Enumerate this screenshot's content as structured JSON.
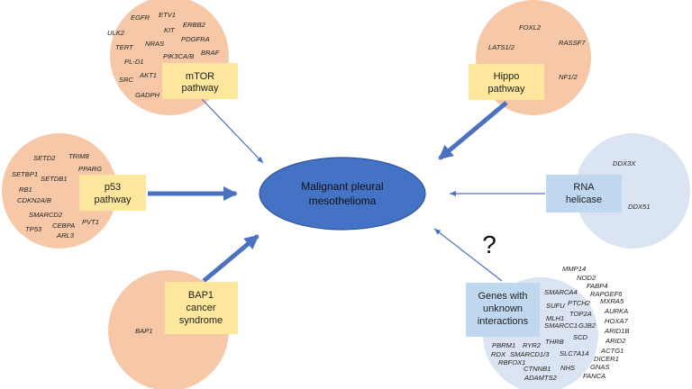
{
  "center": {
    "lines": [
      "Malignant pleural",
      "mesothelioma"
    ]
  },
  "question_mark": "?",
  "pathways": [
    {
      "id": "mtor",
      "label_lines": [
        "mTOR",
        "pathway"
      ],
      "kind": "orange",
      "genes": [
        "EGFR",
        "ETV1",
        "ULK2",
        "ERBB2",
        "KIT",
        "TERT",
        "NRAS",
        "PDGFRA",
        "PL-D1",
        "PIK3CA/B",
        "BRAF",
        "SRC",
        "AKT1",
        "GADPH"
      ]
    },
    {
      "id": "hippo",
      "label_lines": [
        "Hippo",
        "pathway"
      ],
      "kind": "orange",
      "genes": [
        "FOXL2",
        "LATS1/2",
        "RASSF7",
        "NF1/2"
      ]
    },
    {
      "id": "p53",
      "label_lines": [
        "p53",
        "pathway"
      ],
      "kind": "orange",
      "genes": [
        "SETD2",
        "TRIM8",
        "SETBP1",
        "SETDB1",
        "PPARG",
        "RB1",
        "CDKN2A/B",
        "SMARCD2",
        "TP53",
        "CEBPA",
        "PVT1",
        "ARL3"
      ]
    },
    {
      "id": "rna",
      "label_lines": [
        "RNA",
        "helicase"
      ],
      "kind": "blue",
      "genes": [
        "DDX3X",
        "DDX51"
      ]
    },
    {
      "id": "bap1",
      "label_lines": [
        "BAP1",
        "cancer",
        "syndrome"
      ],
      "kind": "orange",
      "genes": [
        "BAP1"
      ]
    },
    {
      "id": "unknown",
      "label_lines": [
        "Genes with",
        "unknown",
        "interactions"
      ],
      "kind": "blue",
      "genes": [
        "MMP14",
        "NOD2",
        "FABP4",
        "SMARCA4",
        "RAPGEF6",
        "PTCH2",
        "MXRA5",
        "SUFU",
        "TOP2A",
        "AURKA",
        "MLH1",
        "HOXA7",
        "SMARCC1",
        "GJB2",
        "ARID1B",
        "SCD",
        "PBRM1",
        "RYR2",
        "THRB",
        "ARID2",
        "RDX",
        "SMARCD1/3",
        "SLC7A14",
        "ACTG1",
        "RBFOX1",
        "DICER1",
        "CTNNB1",
        "NHS",
        "GNAS",
        "ADAMTS2",
        "FANCA"
      ]
    }
  ],
  "colors": {
    "orange_circle": "#f6c8a8",
    "blue_circle": "#dbe4f2",
    "yellow_box": "#fde79c",
    "blue_box": "#bfd7ef",
    "center_ellipse": "#4472c4",
    "center_stroke": "#2f5597",
    "arrow": "#4a72c0"
  }
}
